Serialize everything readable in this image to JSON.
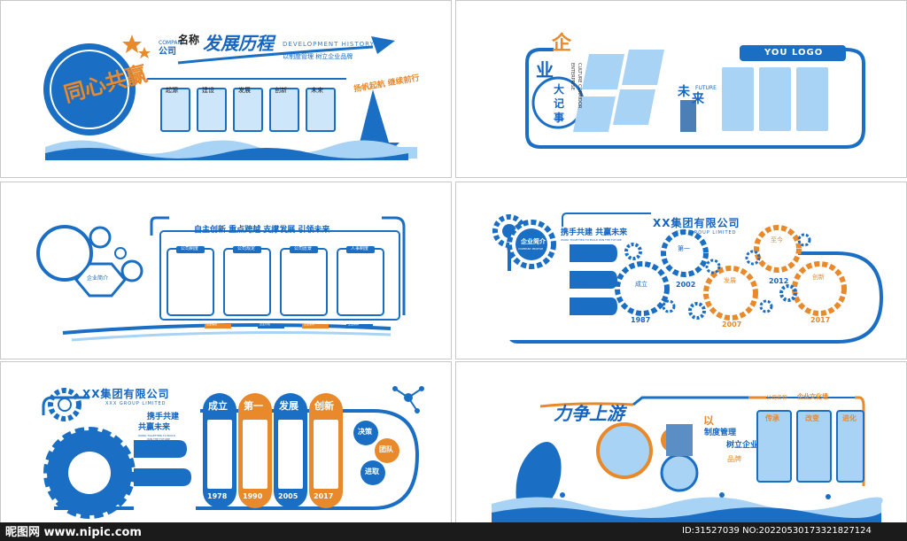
{
  "palette": {
    "blue": "#1a6fc4",
    "light_blue": "#a9d3f5",
    "orange": "#e8892b",
    "frame": "#c8c8c8"
  },
  "panel1": {
    "slogan": "同心共赢",
    "company_en": "COMPANY",
    "company_cn": "公司",
    "name_cn": "名称",
    "title": "发展历程",
    "title_en": "DEVELOPMENT HISTORY",
    "subline": "以制度管理 树立企业品牌",
    "cards": [
      "起源",
      "建设",
      "发展",
      "创新",
      "未来"
    ],
    "motto": "扬帆起航 继续前行"
  },
  "panel2": {
    "qi": "企",
    "ye": "业",
    "da": "大",
    "ji": "记",
    "shi": "事",
    "en1": "ENTERPRISE",
    "en2": "CULTURE CORRIDOR",
    "logo": "YOU LOGO",
    "future_cn1": "未",
    "future_cn2": "来",
    "future_en": "FUTURE"
  },
  "panel3": {
    "headline": "自主创新  重点跨越  支撑发展  引领未来",
    "intro_label": "企业简介",
    "board_titles": [
      "公司制度",
      "公司规定",
      "公司愿景",
      "人事制度"
    ],
    "footer_tags": [
      "企业理念",
      "企业价值",
      "企业使命",
      "企业精神"
    ]
  },
  "panel4": {
    "company": "XX集团有限公司",
    "company_en": "XXX GROUP LIMITED",
    "intro": "企业简介",
    "intro_en": "COMPANY PROFILE",
    "slogan": "携手共建  共赢未来",
    "slogan_en": "WORK TOGETHER TO BUILD  WIN THE FUTURE",
    "gears": [
      {
        "label": "成立",
        "year": "1987"
      },
      {
        "label": "第一",
        "year": "2002"
      },
      {
        "label": "发展",
        "year": "2007"
      },
      {
        "label": "至今",
        "year": "2012"
      },
      {
        "label": "创新",
        "year": "2017"
      }
    ]
  },
  "panel5": {
    "company": "XX集团有限公司",
    "company_en": "XXX GROUP LIMITED",
    "slogan1": "携手共建",
    "slogan2": "共赢未来",
    "slogan_en1": "WORK TOGETHER TO BUILD",
    "slogan_en2": "WIN THE FUTURE",
    "columns": [
      {
        "label": "成立",
        "year": "1978"
      },
      {
        "label": "第一",
        "year": "1990"
      },
      {
        "label": "发展",
        "year": "2005"
      },
      {
        "label": "创新",
        "year": "2017"
      }
    ],
    "badges": [
      "决策",
      "团队",
      "进取"
    ]
  },
  "panel6": {
    "title": "力争上游",
    "company_small": "公司名称",
    "culture": "企业文化墙",
    "slogan_a": "以",
    "slogan_b": "制度管理",
    "slogan_c": "树立企业",
    "slogan_d": "品牌",
    "boards": [
      "传承",
      "改变",
      "进化"
    ]
  },
  "footer": {
    "site": "昵图网 www.nipic.com",
    "meta": "ID:31527039 NO:20220530173321827124"
  }
}
